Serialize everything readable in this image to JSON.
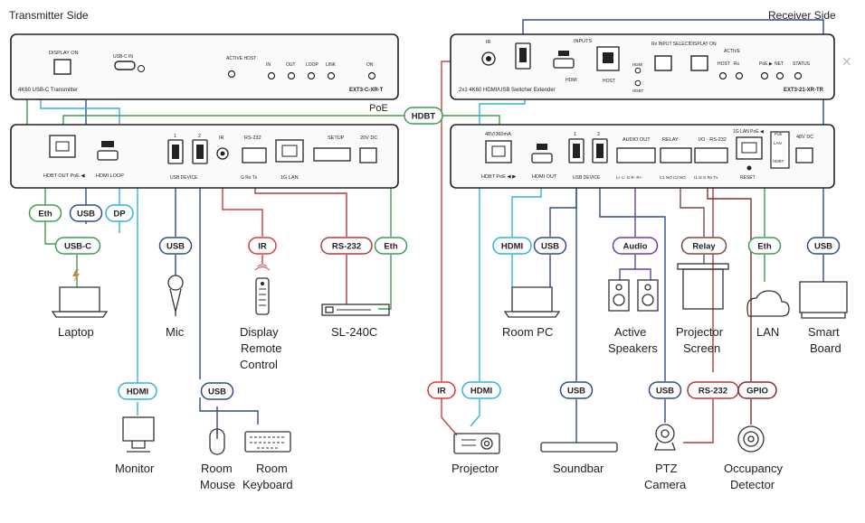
{
  "titles": {
    "transmitter": "Transmitter Side",
    "receiver": "Receiver Side"
  },
  "close_glyph": "✕",
  "colors": {
    "hdmi": "#2fb3e0",
    "usb": "#2e4d8c",
    "ir": "#d63b3b",
    "rs232": "#b23a3a",
    "eth": "#3f9e4d",
    "audio": "#6b3fa0",
    "relay": "#7a4a3a",
    "gpio": "#8a2b2b",
    "panel_stroke": "#222222"
  },
  "tx_front": {
    "model": "EXT3-C-XR-T",
    "description": "4K60 USB-C Transmitter",
    "display_on": "DISPLAY ON",
    "usbc_in": "USB-C IN",
    "active_host": "ACTIVE HOST",
    "leds": [
      "IN",
      "OUT",
      "LOOP",
      "LINK",
      "ON"
    ]
  },
  "tx_rear": {
    "hdbt_out": "HDBT OUT PoE ◀",
    "hdmi_loop": "HDMI LOOP",
    "usb_device": "USB DEVICE",
    "usb_nums": [
      "1",
      "2"
    ],
    "ir": "IR",
    "rs232": "RS-232",
    "rs232_pins": "G  Rx  Tx",
    "lan": "1G LAN",
    "setup": "SETUP",
    "power": "20V DC"
  },
  "rx_front": {
    "model": "EXT3-21-XR-TR",
    "description": "2x1 4K60 HDMI/USB Switcher Extender",
    "inputs": "INPUTS",
    "ir": "IR",
    "hdmi": "HDMI",
    "host": "HOST",
    "hdmi_led": "HDMI",
    "hdbt_led": "HDBT",
    "rx_input_select": "Rx INPUT SELECT",
    "display_on": "DISPLAY ON",
    "active": "ACTIVE",
    "leds": [
      "HOST",
      "Rx",
      "PoE ▶",
      "NET",
      "STATUS"
    ]
  },
  "rx_rear": {
    "power_out": "48V/360mA",
    "hdbt": "HDBT PoE ◀ ▶",
    "hdmi_out": "HDMI OUT",
    "usb_device": "USB DEVICE",
    "usb_nums": [
      "1",
      "2"
    ],
    "audio_out": "AUDIO OUT",
    "relay": "RELAY",
    "io_rs232": "I/O · RS-232",
    "audio_pins": "L+  L-  G  R-  R+",
    "relay_pins": "C1  NO  C2  NO",
    "io_pins": "I1  I2  G  Rx  Tx",
    "lan": "1G LAN PoE ◀",
    "reset": "RESET",
    "poe_switch": "PoE",
    "lan_sw": "LAN",
    "hdbt_sw": "HDBT",
    "power": "48V DC"
  },
  "connector_labels": {
    "hdbt": "HDBT",
    "poe": "PoE",
    "laptop_eth": "Eth",
    "laptop_usb": "USB",
    "laptop_dp": "DP",
    "laptop_usbc": "USB-C",
    "mic_usb": "USB",
    "ir": "IR",
    "rs232": "RS-232",
    "eth": "Eth",
    "monitor_hdmi": "HDMI",
    "mouse_kbd_usb": "USB",
    "roompc_hdmi": "HDMI",
    "roompc_usb": "USB",
    "audio": "Audio",
    "relay": "Relay",
    "lan_eth": "Eth",
    "smartboard_usb": "USB",
    "projector_ir": "IR",
    "projector_hdmi": "HDMI",
    "soundbar_usb": "USB",
    "ptz_usb": "USB",
    "ptz_rs232": "RS-232",
    "gpio": "GPIO"
  },
  "devices": {
    "laptop": "Laptop",
    "mic": "Mic",
    "display_remote": [
      "Display",
      "Remote",
      "Control"
    ],
    "sl240c": "SL-240C",
    "monitor": "Monitor",
    "room_mouse": [
      "Room",
      "Mouse"
    ],
    "room_keyboard": [
      "Room",
      "Keyboard"
    ],
    "room_pc": "Room PC",
    "active_speakers": [
      "Active",
      "Speakers"
    ],
    "projector_screen": [
      "Projector",
      "Screen"
    ],
    "lan": "LAN",
    "smart_board": [
      "Smart",
      "Board"
    ],
    "projector": "Projector",
    "soundbar": "Soundbar",
    "ptz_camera": [
      "PTZ",
      "Camera"
    ],
    "occupancy_detector": [
      "Occupancy",
      "Detector"
    ]
  }
}
